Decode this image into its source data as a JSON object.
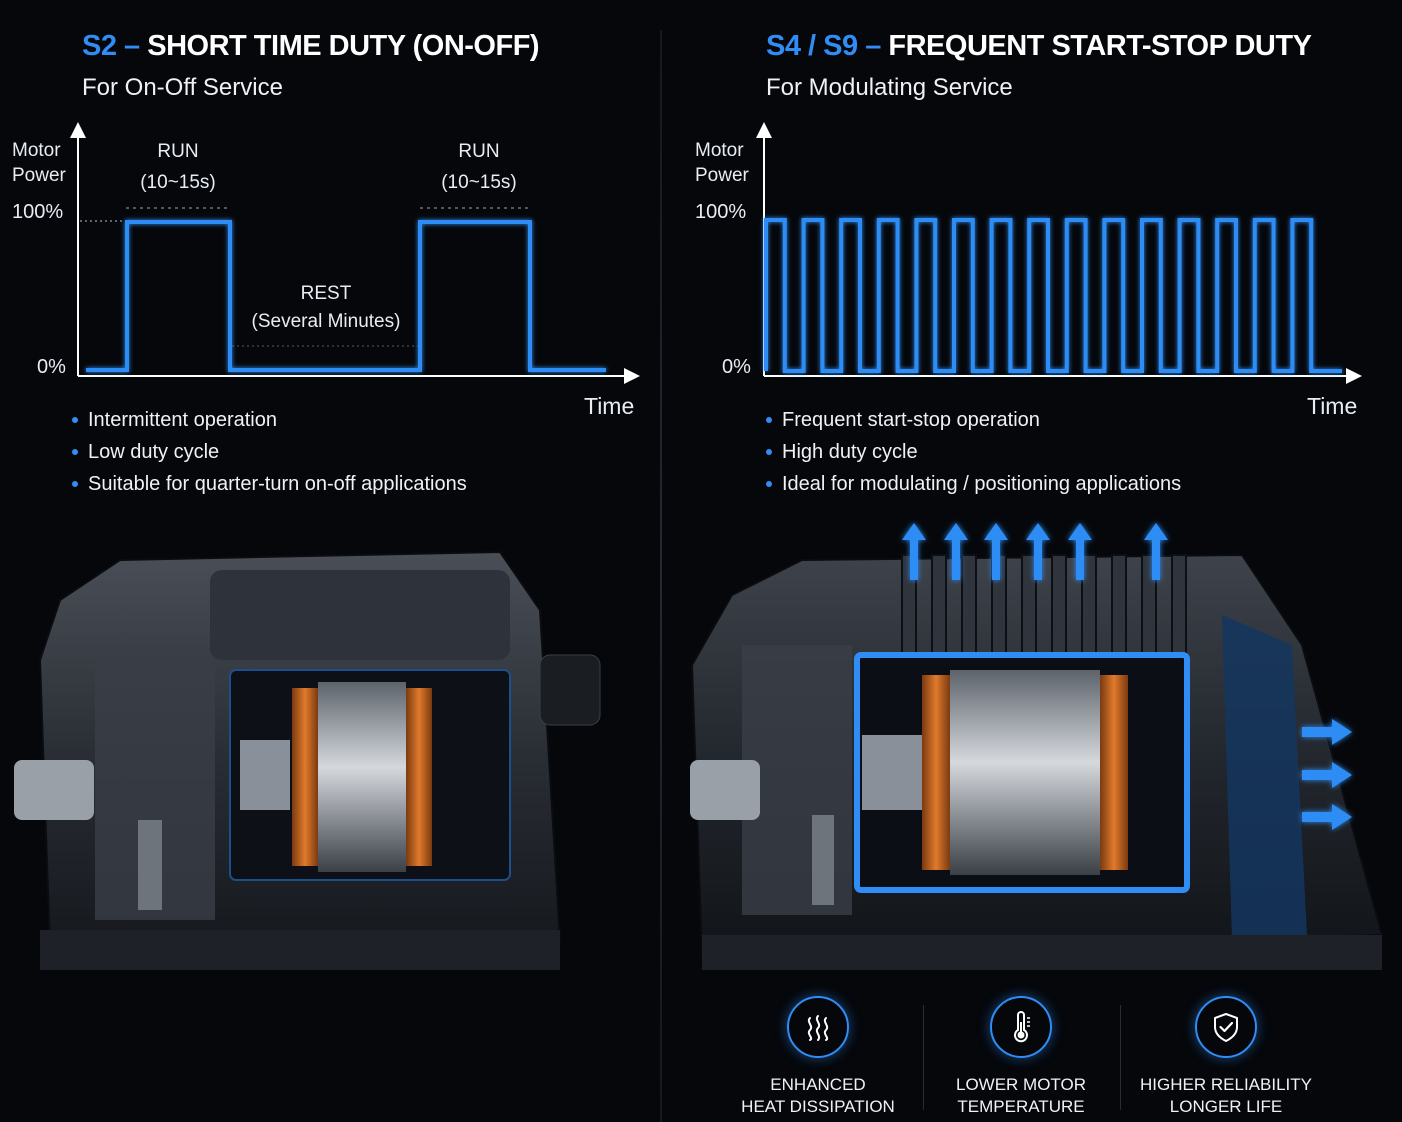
{
  "left": {
    "title_code": "S2",
    "title_dash": "–",
    "title_text": "SHORT TIME DUTY (ON-OFF)",
    "subtitle": "For On-Off Service",
    "axis_y_line1": "Motor",
    "axis_y_line2": "Power",
    "tick_100": "100%",
    "tick_0": "0%",
    "axis_x": "Time",
    "run1_label": "RUN",
    "run1_duration": "(10~15s)",
    "run2_label": "RUN",
    "run2_duration": "(10~15s)",
    "rest_label": "REST",
    "rest_duration": "(Several Minutes)",
    "bullets": [
      "Intermittent operation",
      "Low duty cycle",
      "Suitable for quarter-turn on-off applications"
    ]
  },
  "right": {
    "title_code": "S4 / S9",
    "title_dash": "–",
    "title_text": "FREQUENT START-STOP DUTY",
    "subtitle": "For Modulating Service",
    "axis_y_line1": "Motor",
    "axis_y_line2": "Power",
    "tick_100": "100%",
    "tick_0": "0%",
    "axis_x": "Time",
    "bullets": [
      "Frequent start-stop operation",
      "High duty cycle",
      "Ideal for modulating / positioning applications"
    ],
    "features": [
      {
        "icon": "heat-waves-icon",
        "line1": "ENHANCED",
        "line2": "HEAT DISSIPATION"
      },
      {
        "icon": "thermometer-icon",
        "line1": "LOWER MOTOR",
        "line2": "TEMPERATURE"
      },
      {
        "icon": "shield-check-icon",
        "line1": "HIGHER RELIABILITY",
        "line2": "LONGER LIFE"
      }
    ]
  },
  "colors": {
    "accent": "#2f8df5",
    "background": "#05070b",
    "text": "#ffffff"
  },
  "waveforms": {
    "s2": {
      "pulses": 2,
      "high_percent": 100,
      "low_percent": 0
    },
    "s4": {
      "pulses": 15,
      "high_percent": 100,
      "low_percent": 0
    }
  }
}
